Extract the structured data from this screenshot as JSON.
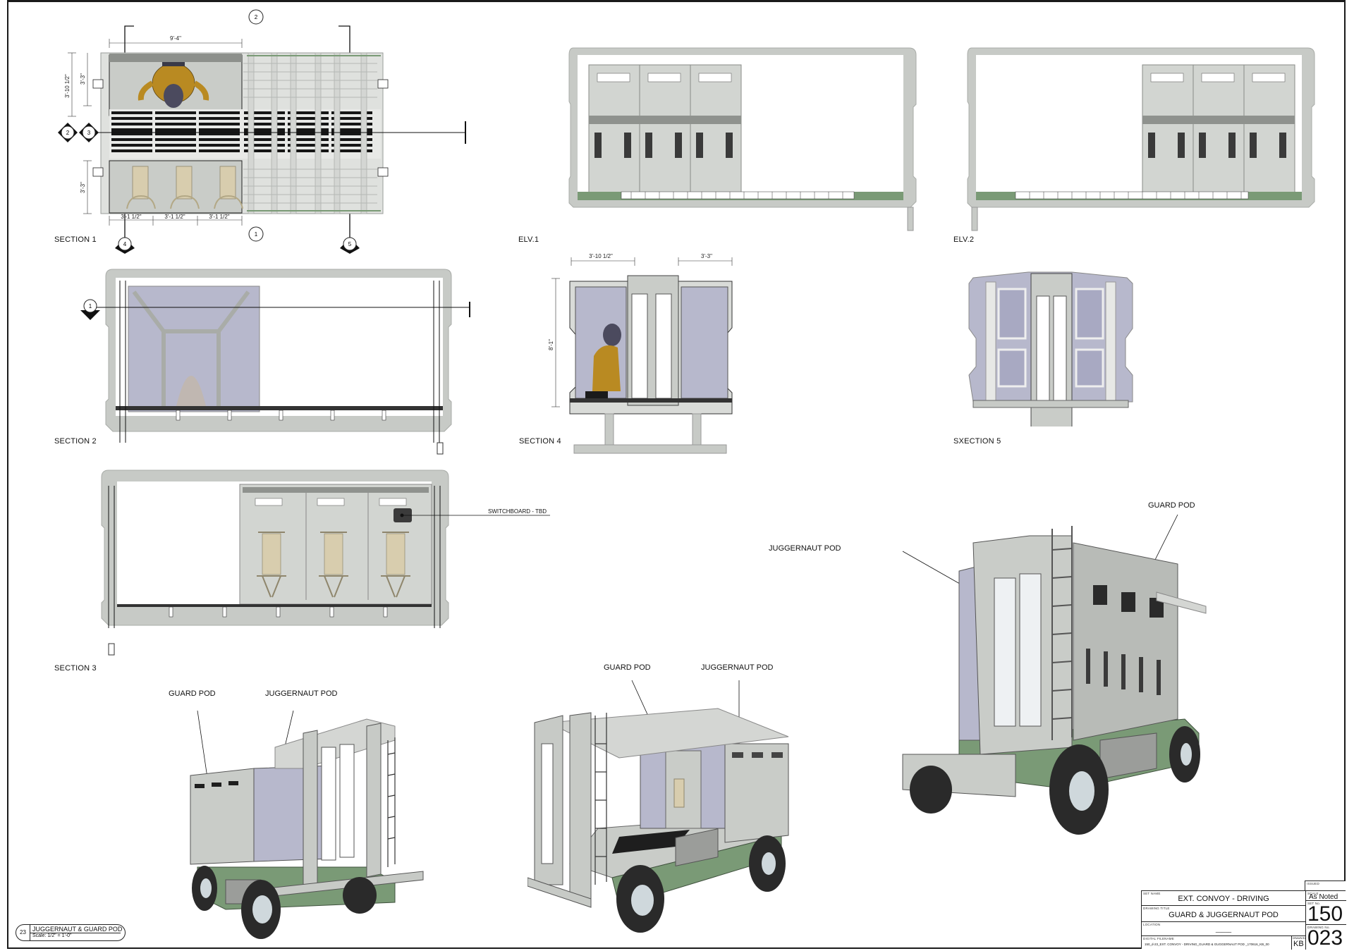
{
  "sheet": {
    "views": {
      "section1": {
        "label": "SECTION 1",
        "dims": {
          "overall_width": "9'-4\"",
          "left_total": "3'-10 1/2\"",
          "left_top": "3'-3\"",
          "left_bottom": "3'-3\"",
          "bottom_a": "3'-1 1/2\"",
          "bottom_b": "3'-1 1/2\"",
          "bottom_c": "3'-1 1/2\""
        },
        "markers": {
          "top": "2",
          "bottom": "1",
          "left_a": "2",
          "left_b": "3",
          "cut_left": "4",
          "cut_right": "5"
        }
      },
      "elv1": {
        "label": "ELV.1"
      },
      "elv2": {
        "label": "ELV.2"
      },
      "section2": {
        "label": "SECTION 2",
        "marker": "1"
      },
      "section4": {
        "label": "SECTION 4",
        "dims": {
          "left_width": "3'-10 1/2\"",
          "right_width": "3'-3\"",
          "height": "8'-1\""
        }
      },
      "section5": {
        "label": "SXECTION 5"
      },
      "section3": {
        "label": "SECTION 3",
        "callout": "SWITCHBOARD - TBD"
      },
      "persp_left": {
        "callout_guard": "GUARD POD",
        "callout_jugg": "JUGGERNAUT POD"
      },
      "persp_mid": {
        "callout_guard": "GUARD POD",
        "callout_jugg": "JUGGERNAUT POD"
      },
      "persp_right": {
        "callout_guard": "GUARD POD",
        "callout_jugg": "JUGGERNAUT POD"
      }
    },
    "drawing_tag": {
      "number": "23",
      "title": "JUGGERNAUT & GUARD POD",
      "scale": "Scale: 1/2\" = 1'-0\""
    },
    "title_block": {
      "issued_caption": "ISSUED",
      "issued_value": "",
      "set_name_caption": "SET NAME",
      "set_name": "EXT. CONVOY - DRIVING",
      "drawing_title_caption": "DRAWING TITLE",
      "drawing_title": "GUARD & JUGGERNAUT POD",
      "location_caption": "LOCATION",
      "location": "_____",
      "filename_caption": "DIGITAL FILENAME",
      "filename": "150_d-23_EXT. CONVOY - DRIVING_GUARD & GUGGERNAUT POD _170616_KB_00",
      "drawn_by_caption": "DRAWN BY",
      "drawn_by": "KB",
      "scale_caption": "SCALE",
      "scale": "As Noted",
      "set_no_caption": "SET No.",
      "set_no": "150",
      "drawing_no_caption": "DRAWING No.",
      "drawing_no": "023"
    },
    "colors": {
      "panel": "#d2d5d1",
      "frame": "#b9bcb8",
      "chassis_green": "#7a9a76",
      "mesh": "#b7b8cc",
      "figure": "#b98a22",
      "hood": "#4b4a5e",
      "seat": "#d8cdae",
      "line": "#1a1a1a"
    }
  }
}
